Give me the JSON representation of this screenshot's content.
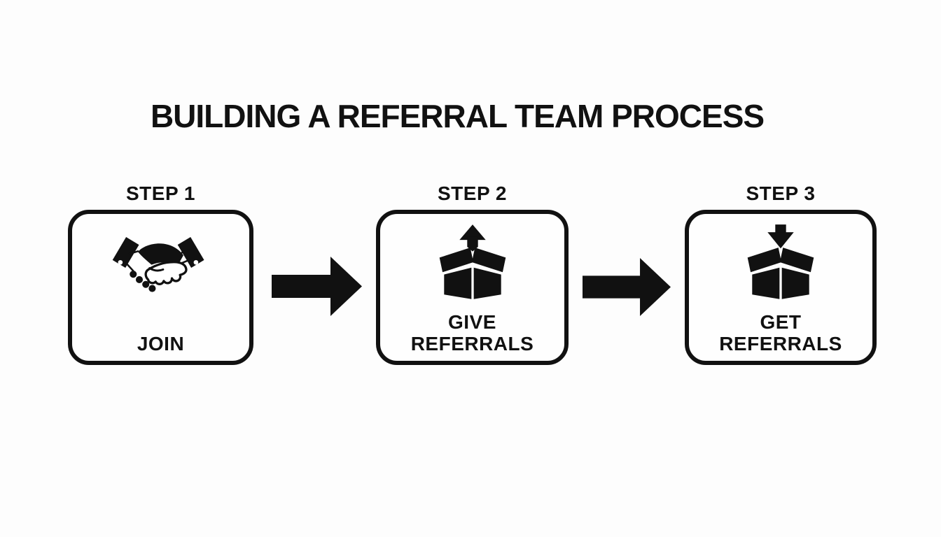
{
  "title": "BUILDING A REFERRAL TEAM PROCESS",
  "colors": {
    "ink": "#111111",
    "background": "#fdfdfd",
    "box_fill": "#fefefe"
  },
  "steps": [
    {
      "label": "STEP 1",
      "icon": "handshake-icon",
      "caption_lines": [
        "JOIN"
      ]
    },
    {
      "label": "STEP 2",
      "icon": "box-arrow-up-icon",
      "caption_lines": [
        "GIVE",
        "REFERRALS"
      ]
    },
    {
      "label": "STEP 3",
      "icon": "box-arrow-down-icon",
      "caption_lines": [
        "GET",
        "REFERRALS"
      ]
    }
  ],
  "connectors": [
    {
      "type": "arrow-right"
    },
    {
      "type": "arrow-right"
    }
  ]
}
